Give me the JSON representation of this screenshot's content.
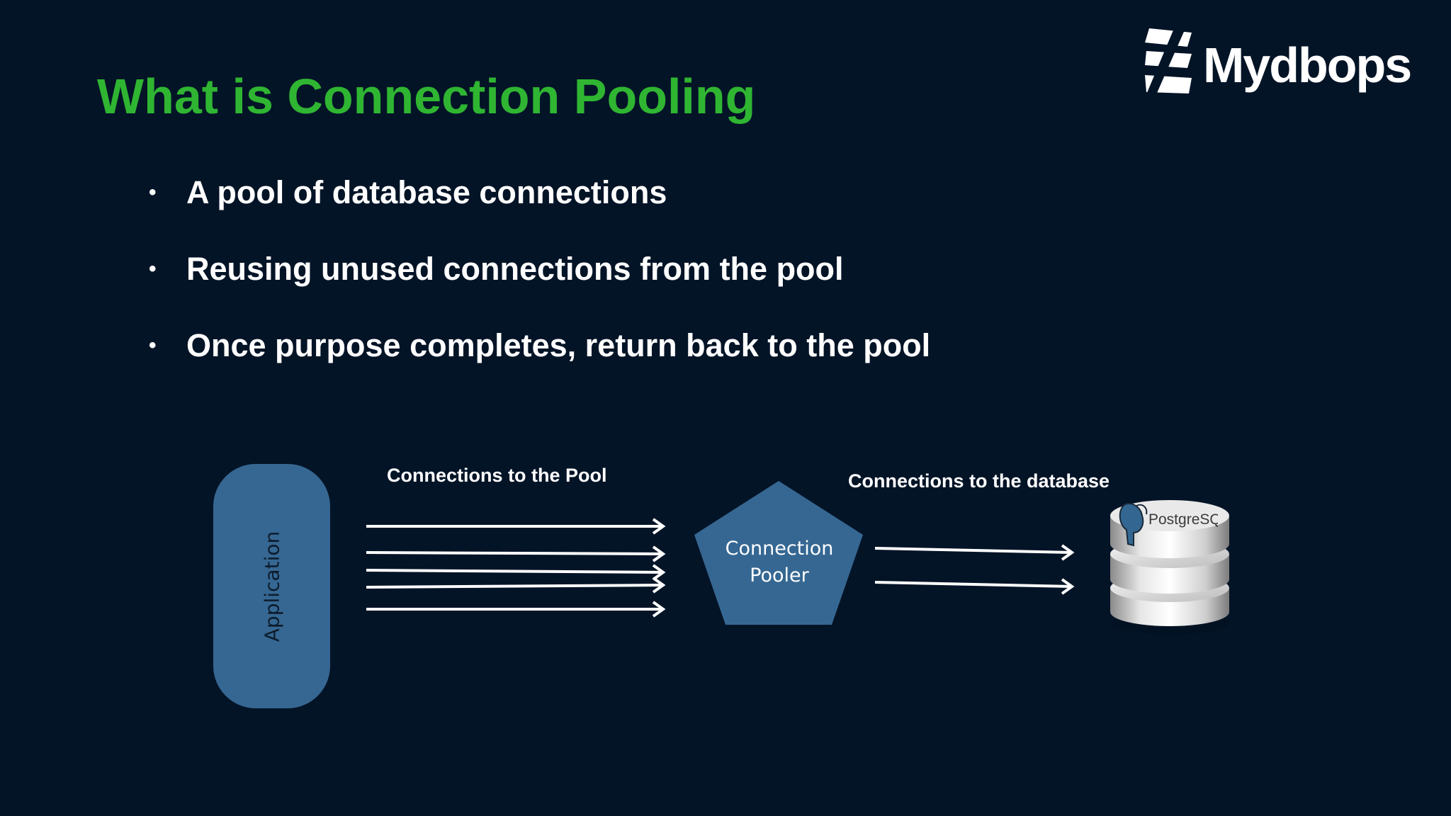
{
  "slide": {
    "title": "What is Connection Pooling",
    "logo_text": "Mydbops",
    "bullets": [
      "A pool of database connections",
      "Reusing unused connections from the pool",
      "Once purpose completes, return back to the pool"
    ]
  },
  "diagram": {
    "application_label": "Application",
    "pool_connections_label": "Connections to the Pool",
    "pooler_label_line1": "Connection",
    "pooler_label_line2": "Pooler",
    "db_connections_label": "Connections to the database",
    "database_label": "PostgreSQL",
    "pool_connection_count": 5,
    "db_connection_count": 2
  },
  "colors": {
    "background": "#041427",
    "title": "#2fb532",
    "shape_fill": "#356792",
    "text": "#ffffff"
  }
}
